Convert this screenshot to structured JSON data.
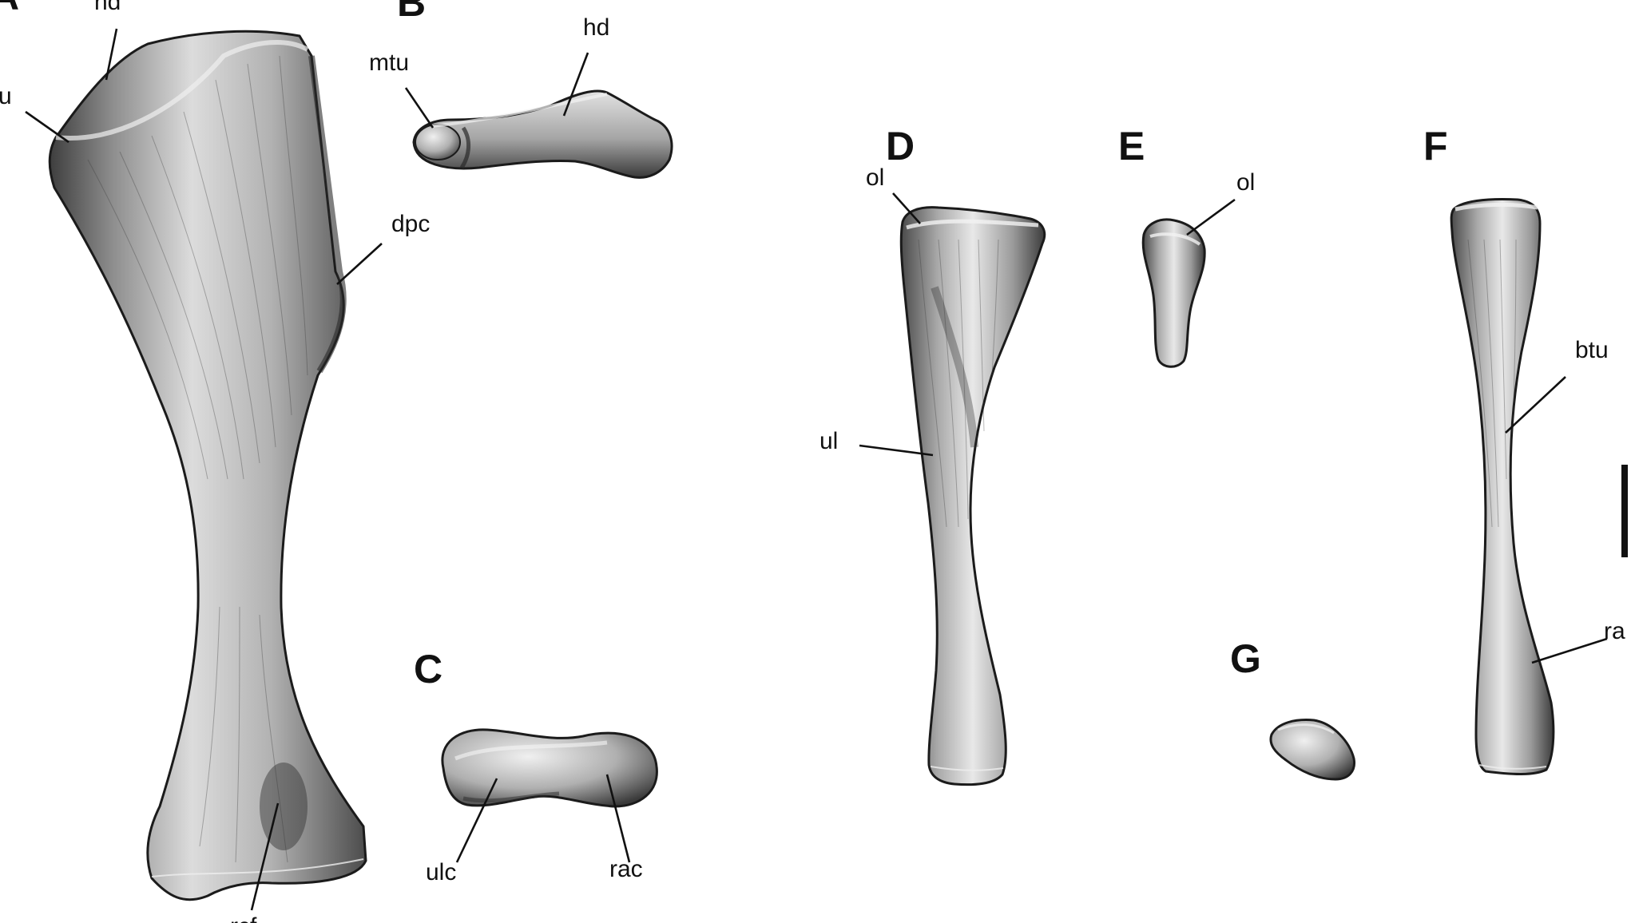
{
  "panels": {
    "a": "A",
    "b": "B",
    "c": "C",
    "d": "D",
    "e": "E",
    "f": "F",
    "g": "G"
  },
  "labels": {
    "a_hd": "hd",
    "a_u": "u",
    "a_dpc": "dpc",
    "a_rcf": "rcf",
    "b_mtu": "mtu",
    "b_hd": "hd",
    "c_ulc": "ulc",
    "c_rac": "rac",
    "d_ol": "ol",
    "d_ul": "ul",
    "e_ol": "ol",
    "f_btu": "btu",
    "f_ra": "ra"
  },
  "colors": {
    "bone_light": "#e6e6e6",
    "bone_mid": "#9c9c9c",
    "bone_dark": "#3c3c3c",
    "ink": "#111111"
  }
}
